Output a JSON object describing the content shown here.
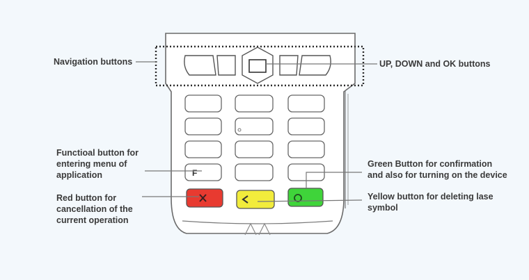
{
  "labels": {
    "navigation": "Navigation buttons",
    "up_down_ok": "UP, DOWN and OK buttons",
    "functional": "Functioal button for\nentering menu of\napplication",
    "green": "Green Button for confirmation\nand also for turning on the device",
    "red": "Red button for\ncancellation of the\ncurrent operation",
    "yellow": "Yellow button for deleting lase\nsymbol"
  },
  "keys": {
    "function_key": "F"
  },
  "colors": {
    "background": "#f3f8fc",
    "red_key": "#e83a30",
    "yellow_key": "#f2ec3c",
    "green_key": "#3fd43a",
    "outline": "#5a5a5a"
  },
  "icons": {
    "red_key": "cross-icon",
    "yellow_key": "chevron-left-icon",
    "green_key": "circle-icon"
  }
}
